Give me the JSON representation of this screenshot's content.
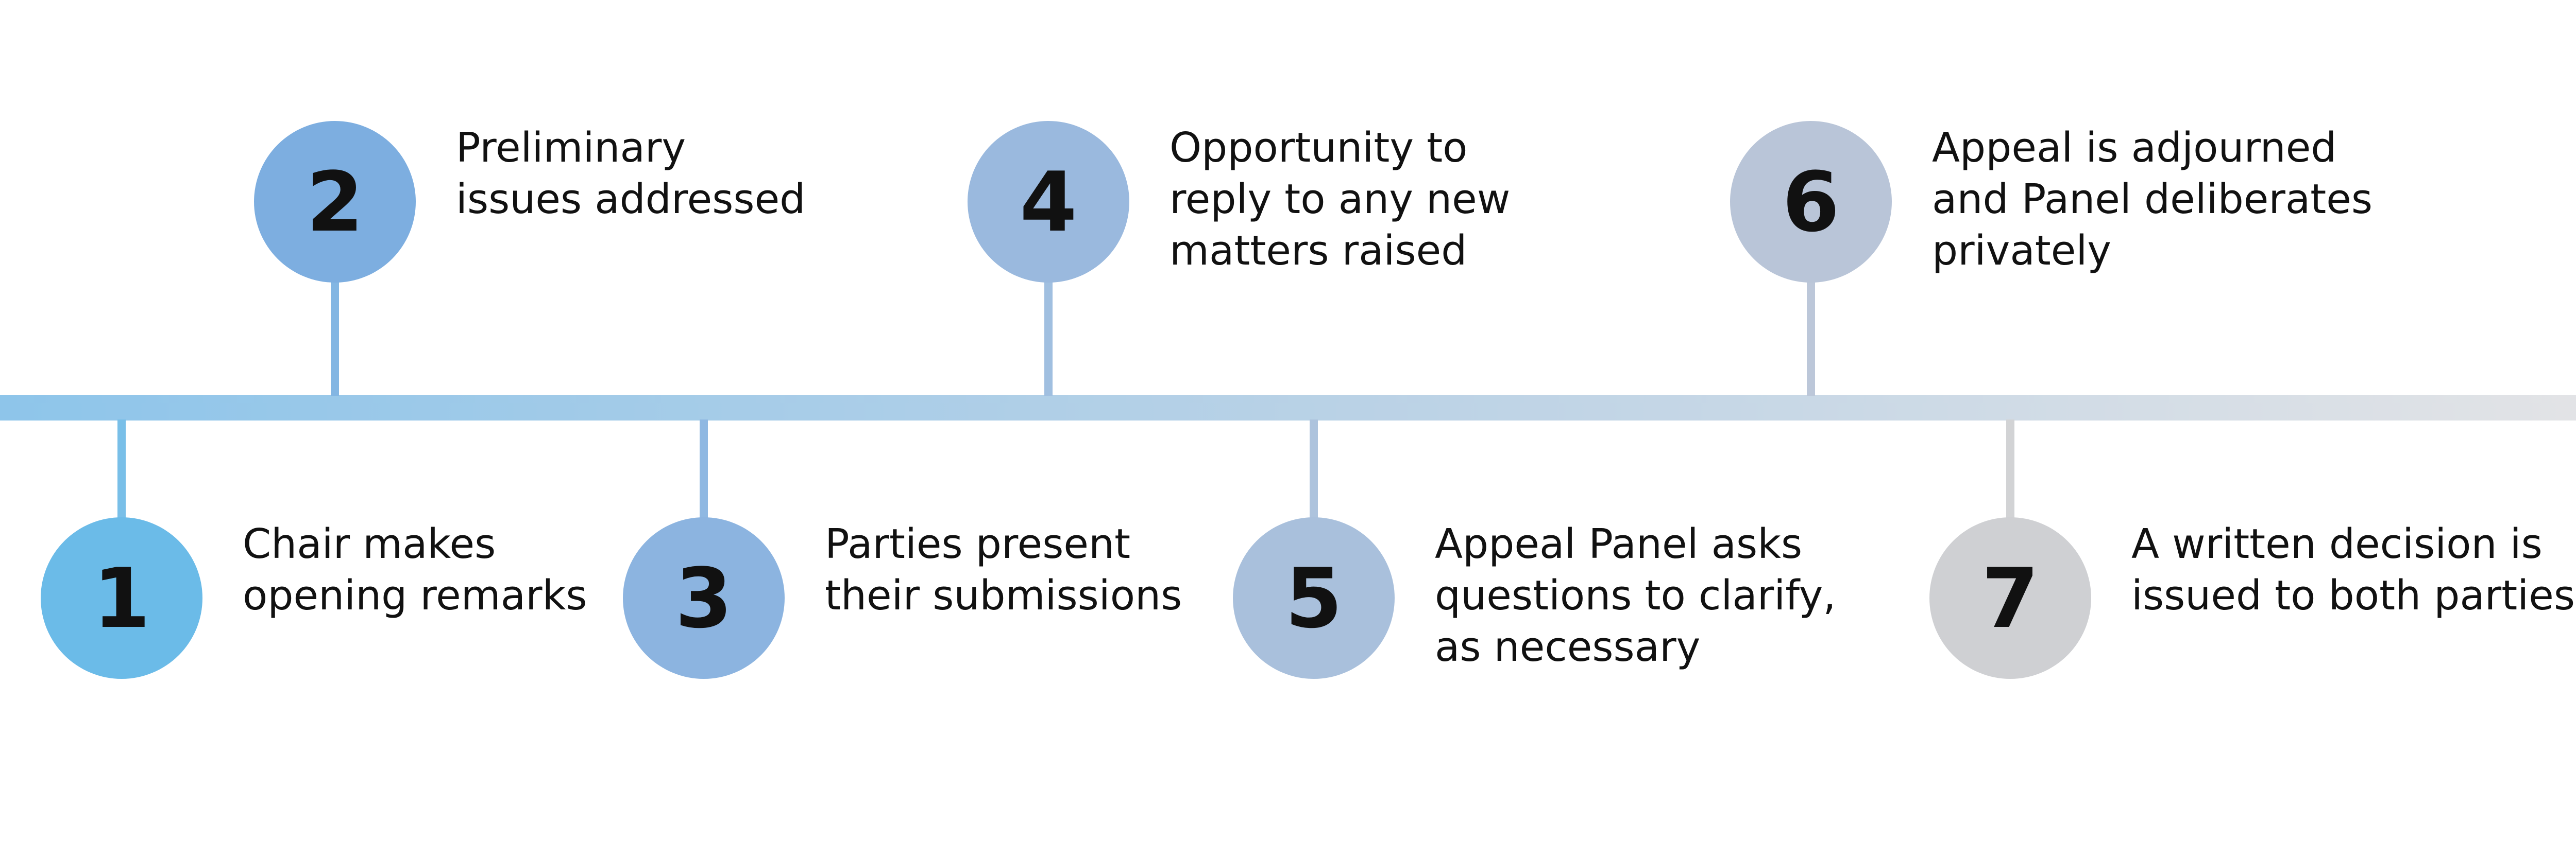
{
  "colors": {
    "axis_start": "#8ec5ea",
    "axis_mid": "#bdd3e6",
    "axis_end": "#e4e4e6",
    "number_text": "#111111",
    "label_text": "#111111"
  },
  "steps": [
    {
      "number": "1",
      "lines": [
        "Chair makes",
        "opening remarks"
      ],
      "color": "#6bbbe8",
      "stem_color": "#79bfe8"
    },
    {
      "number": "2",
      "lines": [
        "Preliminary",
        "issues addressed"
      ],
      "color": "#7daee0",
      "stem_color": "#83b6e3"
    },
    {
      "number": "3",
      "lines": [
        "Parties present",
        "their submissions"
      ],
      "color": "#8cb4e0",
      "stem_color": "#8fb8e2"
    },
    {
      "number": "4",
      "lines": [
        "Opportunity to",
        "reply to any new",
        "matters raised"
      ],
      "color": "#9ab9de",
      "stem_color": "#a0bfe0"
    },
    {
      "number": "5",
      "lines": [
        "Appeal Panel asks",
        "questions to clarify,",
        "as necessary"
      ],
      "color": "#a9c0dc",
      "stem_color": "#adc3dd"
    },
    {
      "number": "6",
      "lines": [
        "Appeal is adjourned",
        "and Panel deliberates",
        "privately"
      ],
      "color": "#b9c5d8",
      "stem_color": "#bcc7d9"
    },
    {
      "number": "7",
      "lines": [
        "A written decision is",
        "issued to both parties"
      ],
      "color": "#cfd0d3",
      "stem_color": "#d2d3d5"
    }
  ]
}
